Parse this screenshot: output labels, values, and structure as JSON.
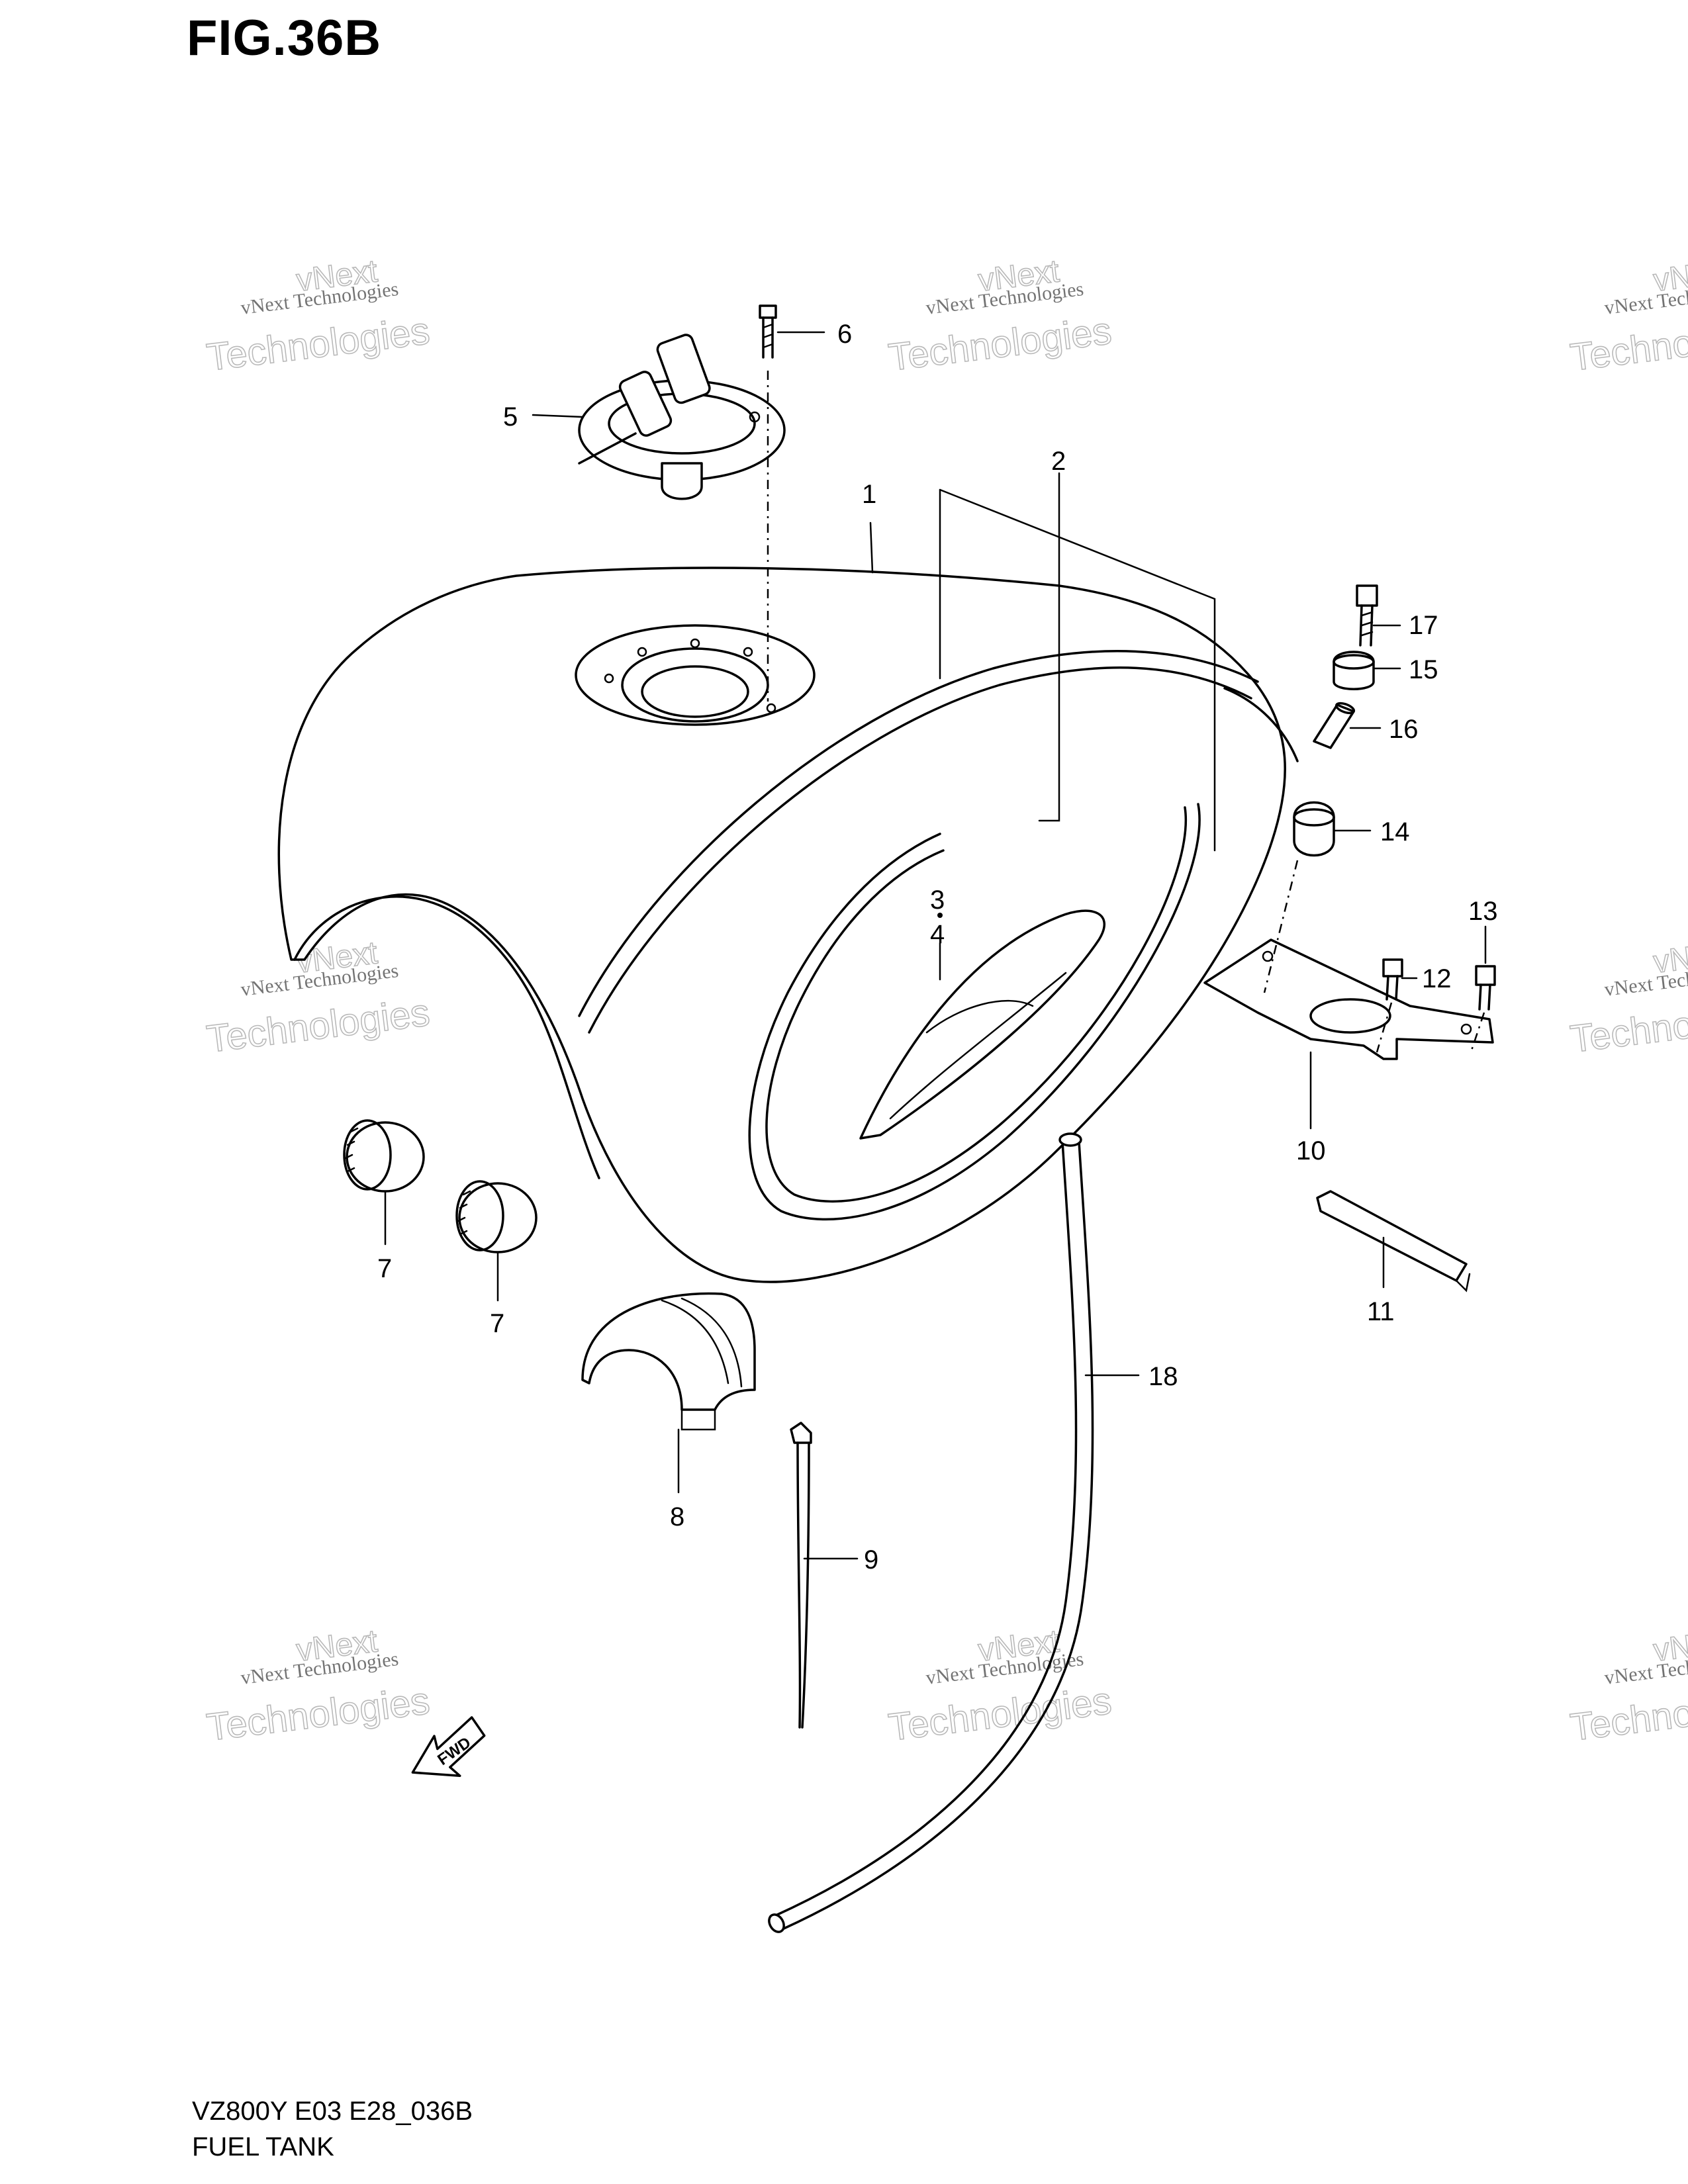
{
  "figure": {
    "title": "FIG.36B",
    "model_code": "VZ800Y E03 E28_036B",
    "assembly_name": "FUEL TANK"
  },
  "watermark": {
    "line_small": "vNext Technologies",
    "line_big_top": "vNext",
    "line_big_bottom": "Technologies"
  },
  "arrow": {
    "text": "FWD"
  },
  "callouts": [
    {
      "id": "1",
      "label": "1"
    },
    {
      "id": "2",
      "label": "2"
    },
    {
      "id": "3",
      "label": "3"
    },
    {
      "id": "4",
      "label": "4"
    },
    {
      "id": "5",
      "label": "5"
    },
    {
      "id": "6",
      "label": "6"
    },
    {
      "id": "7a",
      "label": "7"
    },
    {
      "id": "7b",
      "label": "7"
    },
    {
      "id": "8",
      "label": "8"
    },
    {
      "id": "9",
      "label": "9"
    },
    {
      "id": "10",
      "label": "10"
    },
    {
      "id": "11",
      "label": "11"
    },
    {
      "id": "12",
      "label": "12"
    },
    {
      "id": "13",
      "label": "13"
    },
    {
      "id": "14",
      "label": "14"
    },
    {
      "id": "15",
      "label": "15"
    },
    {
      "id": "16",
      "label": "16"
    },
    {
      "id": "17",
      "label": "17"
    },
    {
      "id": "18",
      "label": "18"
    }
  ]
}
